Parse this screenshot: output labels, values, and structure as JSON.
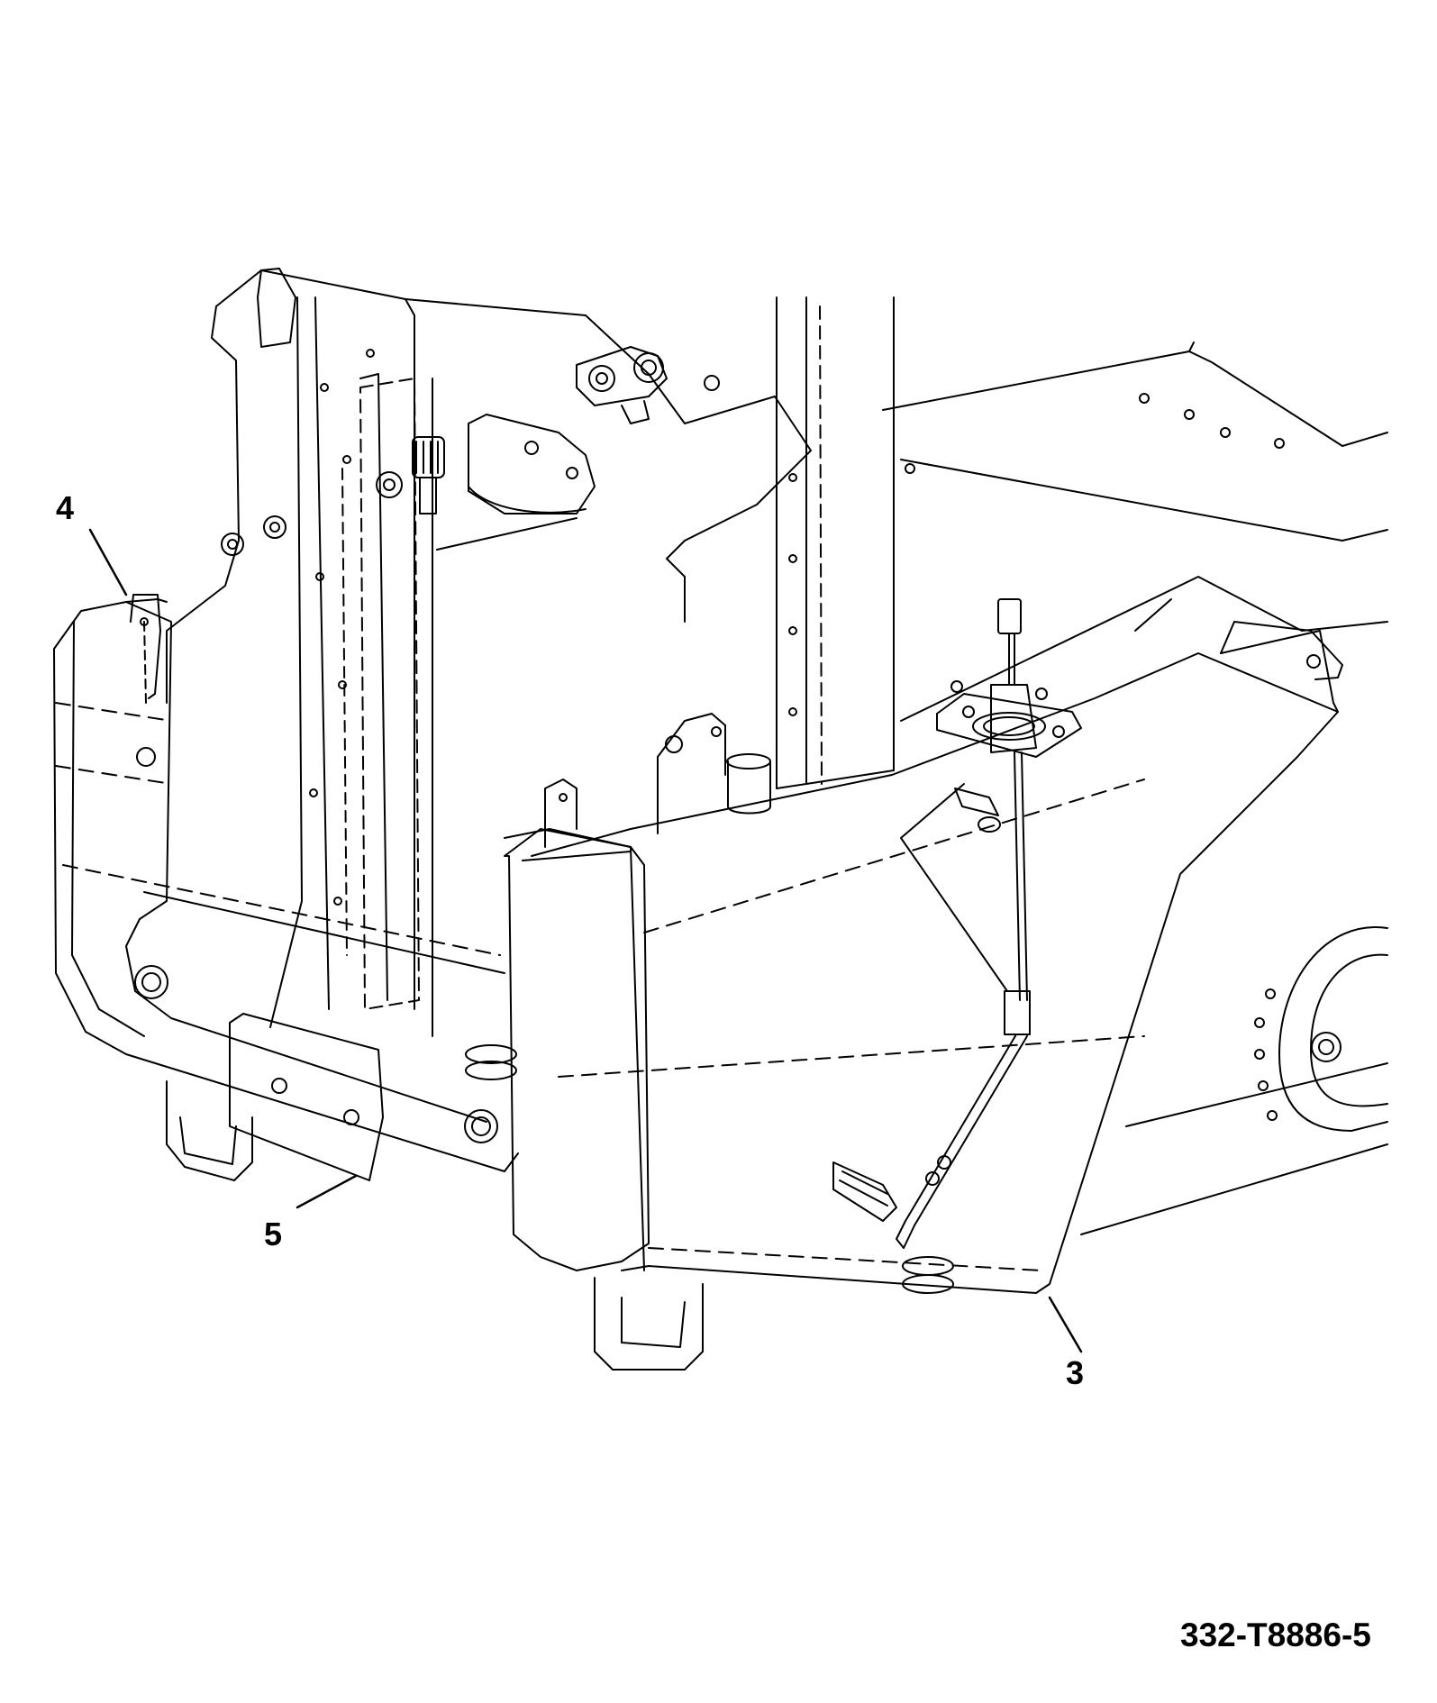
{
  "figure": {
    "reference": "332-T8886-5"
  },
  "callouts": [
    {
      "id": "4",
      "label": "4"
    },
    {
      "id": "5",
      "label": "5"
    },
    {
      "id": "3",
      "label": "3"
    }
  ],
  "colors": {
    "line": "#000000",
    "background": "#ffffff"
  }
}
